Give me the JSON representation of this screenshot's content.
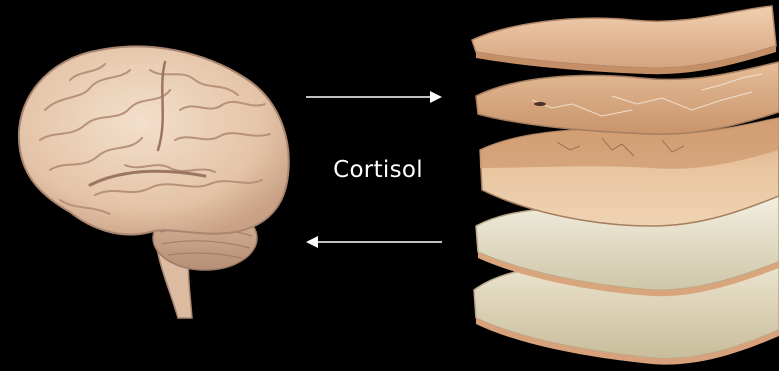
{
  "label": "Cortisol",
  "colors": {
    "background": "#000000",
    "brain": "#e9cfb8",
    "brain_shadow": "#bf9c82",
    "skin_top": "#e7c3a0",
    "skin_mid": "#d7a880",
    "skin_deep": "#e6e0c8",
    "arrow": "#ffffff"
  },
  "icons": {
    "brain": "brain-illustration",
    "skin": "skin-layers-illustration",
    "forward_arrow": "arrow-right",
    "return_arrow": "arrow-left"
  }
}
